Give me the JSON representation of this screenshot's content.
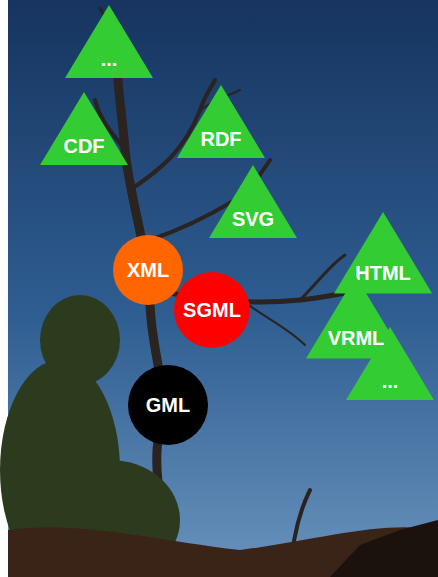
{
  "diagram": {
    "nodes": [
      {
        "text": [
          "..."
        ]
      },
      {
        "text": [
          "CDF"
        ]
      },
      {
        "text": [
          "RDF"
        ]
      },
      {
        "text": [
          "SVG"
        ]
      },
      {
        "text": [
          "XML"
        ]
      },
      {
        "text": [
          "HTML"
        ]
      },
      {
        "text": [
          "SGML"
        ]
      },
      {
        "text": [
          "VRML"
        ]
      },
      {
        "text": [
          "..."
        ]
      },
      {
        "text": [
          "GML"
        ]
      }
    ],
    "edges": []
  }
}
